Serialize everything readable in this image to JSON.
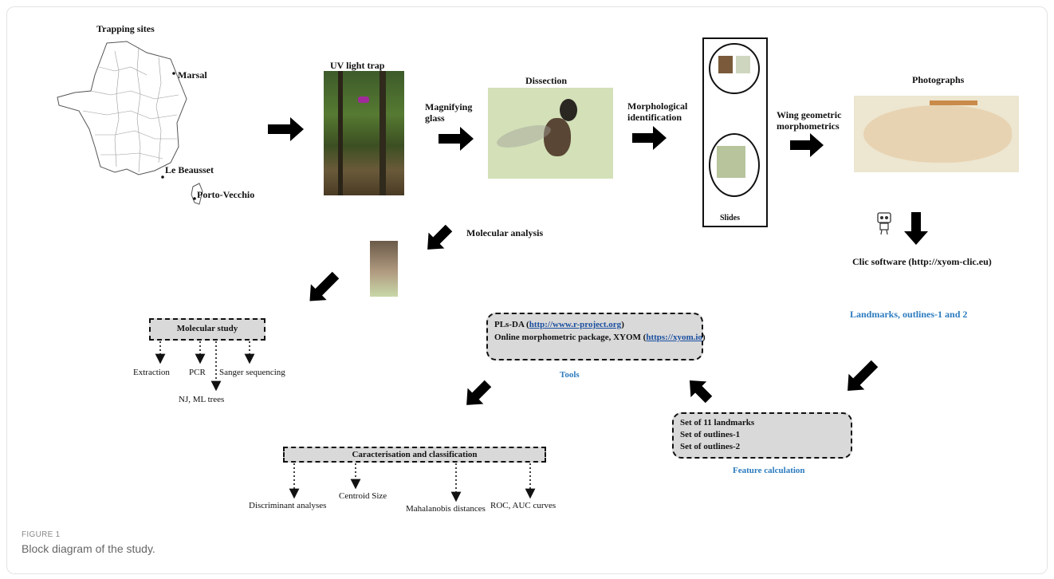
{
  "labels": {
    "trapping_sites": "Trapping  sites",
    "marsal": "Marsal",
    "le_beausset": "Le Beausset",
    "porto_vecchio": "Porto-Vecchio",
    "uv_light_trap": "UV  light trap",
    "magnifying_glass_line1": "Magnifying",
    "magnifying_glass_line2": "glass",
    "dissection": "Dissection",
    "morph_id_line1": "Morphological",
    "morph_id_line2": "identification",
    "slides": "Slides",
    "wing_gm_line1": "Wing geometric",
    "wing_gm_line2": "morphometrics",
    "photographs": "Photographs",
    "clic_software": "Clic software (http://xyom-clic.eu)",
    "molecular_analysis": "Molecular analysis",
    "landmarks_outlines": "Landmarks, outlines-1 and 2",
    "tools": "Tools",
    "feature_calculation": "Feature calculation"
  },
  "molecular_study": {
    "title": "Molecular study",
    "items": [
      "Extraction",
      "PCR",
      "Sanger sequencing",
      "NJ, ML trees"
    ]
  },
  "tools_box": {
    "line1_prefix": "PLs-DA (",
    "line1_link": "http://www.r-project.org",
    "line1_suffix": ")",
    "line2_prefix": "Online morphometric package, XYOM (",
    "line2_link": "https://xyom.io",
    "line2_suffix": ")"
  },
  "features_box": {
    "lines": [
      "Set of 11 landmarks",
      "Set of outlines-1",
      "Set of outlines-2"
    ]
  },
  "characterisation": {
    "title": "Caracterisation and classification",
    "items": [
      "Discriminant analyses",
      "Centroid Size",
      "Mahalanobis distances",
      "ROC, AUC curves"
    ]
  },
  "figure": {
    "label": "FIGURE 1",
    "caption": "Block diagram of the study."
  },
  "colors": {
    "accent_blue": "#2b7bbf",
    "box_fill": "#d9d9d9",
    "arrow": "#000000"
  }
}
